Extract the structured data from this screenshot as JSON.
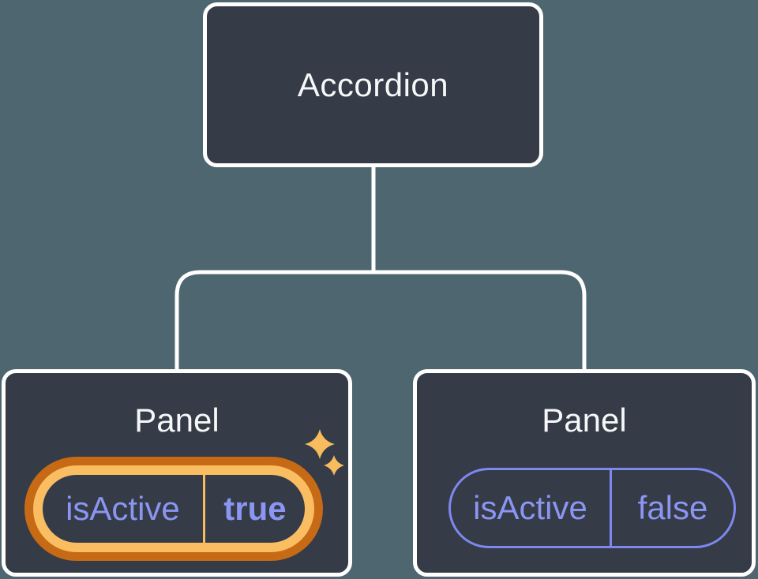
{
  "tree": {
    "root": {
      "label": "Accordion"
    },
    "panels": [
      {
        "label": "Panel",
        "prop_name": "isActive",
        "prop_value": "true",
        "highlighted": true,
        "badge_icon": "sparkle-icon"
      },
      {
        "label": "Panel",
        "prop_name": "isActive",
        "prop_value": "false",
        "highlighted": false
      }
    ]
  },
  "colors": {
    "background": "#4E666F",
    "node_fill": "#353B47",
    "node_border": "#FFFFFF",
    "node_text": "#F6F7F9",
    "connector": "#FFFFFF",
    "state_text": "#8A96F2",
    "state_pill_border": "#7E88F0",
    "highlight_ring_outer": "#C76A15",
    "highlight_ring_inner": "#FABD62",
    "sparkle": "#F8BC5F"
  }
}
